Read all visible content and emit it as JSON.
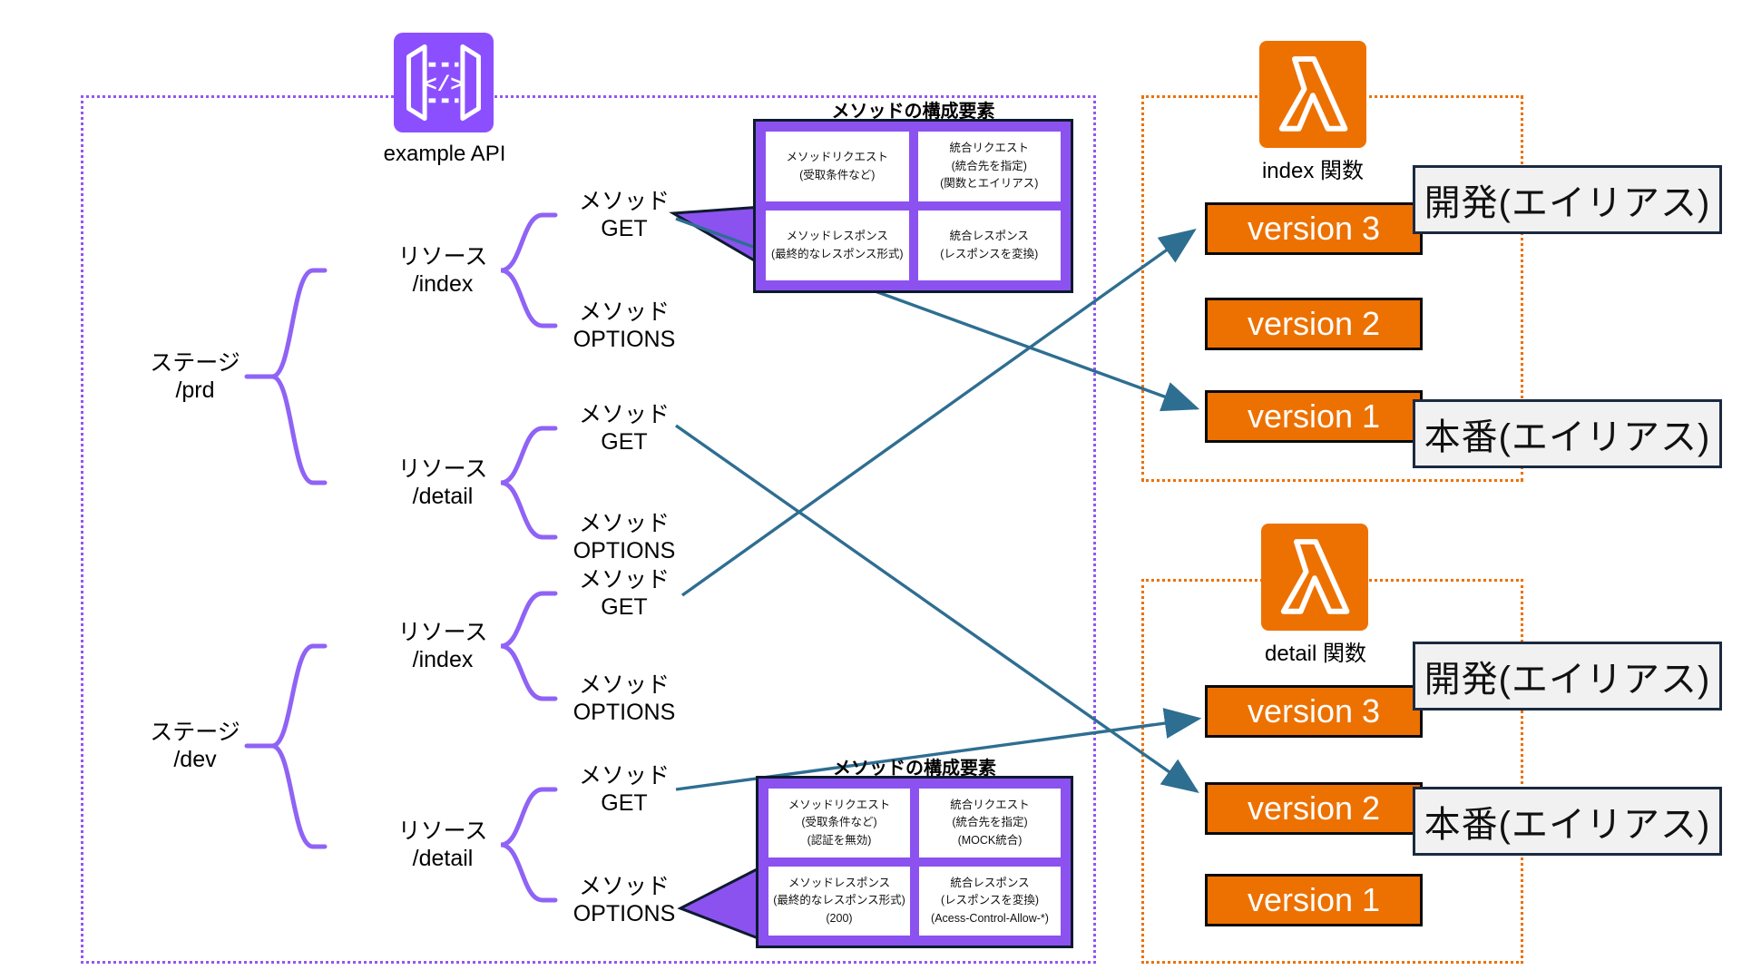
{
  "gateway": {
    "label": "example API"
  },
  "tree": {
    "stages": [
      {
        "kind": "ステージ",
        "path": "/prd",
        "resources": [
          {
            "kind": "リソース",
            "path": "/index",
            "methods": [
              {
                "kind": "メソッド",
                "verb": "GET"
              },
              {
                "kind": "メソッド",
                "verb": "OPTIONS"
              }
            ]
          },
          {
            "kind": "リソース",
            "path": "/detail",
            "methods": [
              {
                "kind": "メソッド",
                "verb": "GET"
              },
              {
                "kind": "メソッド",
                "verb": "OPTIONS"
              }
            ]
          }
        ]
      },
      {
        "kind": "ステージ",
        "path": "/dev",
        "resources": [
          {
            "kind": "リソース",
            "path": "/index",
            "methods": [
              {
                "kind": "メソッド",
                "verb": "GET"
              },
              {
                "kind": "メソッド",
                "verb": "OPTIONS"
              }
            ]
          },
          {
            "kind": "リソース",
            "path": "/detail",
            "methods": [
              {
                "kind": "メソッド",
                "verb": "GET"
              },
              {
                "kind": "メソッド",
                "verb": "OPTIONS"
              }
            ]
          }
        ]
      }
    ]
  },
  "callouts": [
    {
      "title": "メソッドの構成要素",
      "cells": [
        "メソッドリクエスト\n(受取条件など)",
        "統合リクエスト\n(統合先を指定)\n(関数とエイリアス)",
        "メソッドレスポンス\n(最終的なレスポンス形式)",
        "統合レスポンス\n(レスポンスを変換)"
      ]
    },
    {
      "title": "メソッドの構成要素",
      "cells": [
        "メソッドリクエスト\n(受取条件など)\n(認証を無効)",
        "統合リクエスト\n(統合先を指定)\n(MOCK統合)",
        "メソッドレスポンス\n(最終的なレスポンス形式)\n(200)",
        "統合レスポンス\n(レスポンスを変換)\n(Acess-Control-Allow-*)"
      ]
    }
  ],
  "functions": [
    {
      "name": "index 関数",
      "versions": [
        "version 3",
        "version 2",
        "version 1"
      ],
      "aliases": [
        "開発(エイリアス)",
        "本番(エイリアス)"
      ]
    },
    {
      "name": "detail 関数",
      "versions": [
        "version 3",
        "version 2",
        "version 1"
      ],
      "aliases": [
        "開発(エイリアス)",
        "本番(エイリアス)"
      ]
    }
  ],
  "colors": {
    "api_purple": "#8C4FFF",
    "callout_purple": "#8B52F0",
    "brace_purple": "#8F63F5",
    "lambda_orange": "#ED7100",
    "arrow_teal": "#2E6E91",
    "alias_gray": "#F1F1F2",
    "border_navy": "#1B2A41"
  }
}
